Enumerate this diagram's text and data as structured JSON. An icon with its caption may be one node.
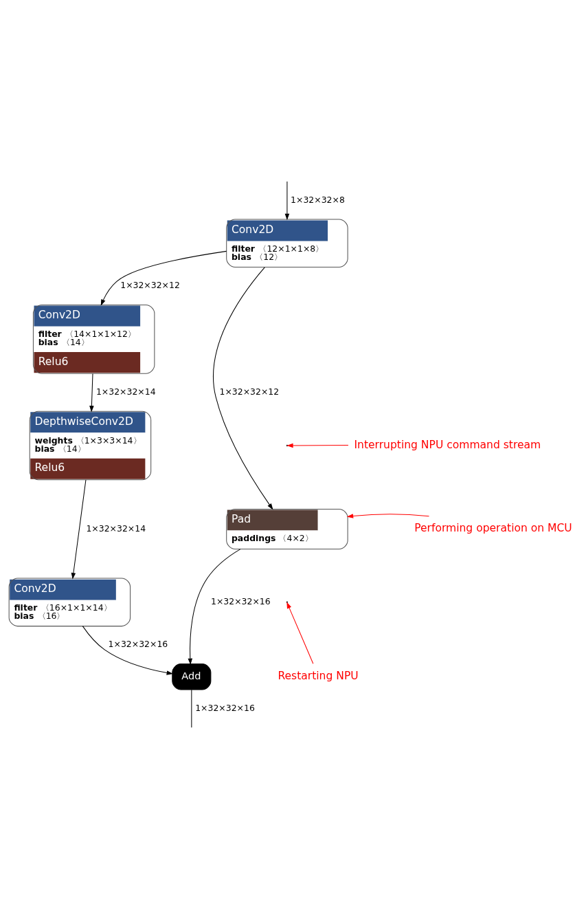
{
  "diagram": {
    "nodes": [
      {
        "text": [
          "Conv2D",
          "filter 〈12×1×1×8〉",
          "bias 〈12〉"
        ]
      },
      {
        "text": [
          "Conv2D",
          "filter 〈14×1×1×12〉",
          "bias 〈14〉",
          "Relu6"
        ]
      },
      {
        "text": [
          "DepthwiseConv2D",
          "weights 〈1×3×3×14〉",
          "bias 〈14〉",
          "Relu6"
        ]
      },
      {
        "text": [
          "Interrupting NPU command stream"
        ]
      },
      {
        "text": [
          "Conv2D",
          "filter 〈16×1×1×14〉",
          "bias 〈16〉"
        ]
      },
      {
        "text": [
          "Pad",
          "paddings 〈4×2〉"
        ]
      },
      {
        "text": [
          "Performing operation on MCU"
        ]
      },
      {
        "text": [
          "Add"
        ]
      },
      {
        "text": [
          "Restarting NPU"
        ]
      }
    ],
    "edges": [
      {
        "from": null,
        "to": 0,
        "arrow": "to",
        "label": "1×32×32×8"
      },
      {
        "from": 0,
        "to": 1,
        "arrow": "to",
        "label": "1×32×32×12"
      },
      {
        "from": 0,
        "to": 5,
        "arrow": "to",
        "label": "1×32×32×12"
      },
      {
        "from": 1,
        "to": 2,
        "arrow": "to",
        "label": "1×32×32×14"
      },
      {
        "from": 2,
        "to": 4,
        "arrow": "to",
        "label": "1×32×32×14"
      },
      {
        "from": 3,
        "to": null,
        "arrow": "to",
        "color": "#ff0000"
      },
      {
        "from": 6,
        "to": 5,
        "arrow": "to",
        "color": "#ff0000"
      },
      {
        "from": 4,
        "to": 7,
        "arrow": "to",
        "label": "1×32×32×16"
      },
      {
        "from": 5,
        "to": 7,
        "arrow": "to",
        "label": "1×32×32×16"
      },
      {
        "from": 8,
        "to": null,
        "arrow": "to",
        "color": "#ff0000"
      },
      {
        "from": 7,
        "to": null,
        "arrow": "none",
        "label": "1×32×32×16"
      }
    ]
  }
}
